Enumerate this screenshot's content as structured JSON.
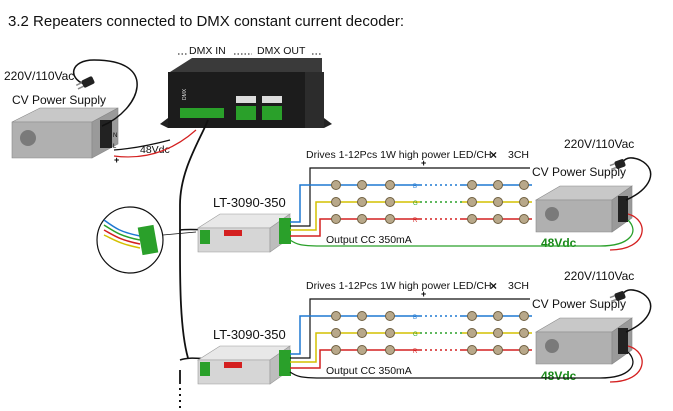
{
  "heading": "3.2 Repeaters connected to DMX constant current decoder:",
  "dmx": {
    "in_label": "DMX IN",
    "out_label": "DMX OUT"
  },
  "left_supply": {
    "voltage_label": "220V/110Vac",
    "name": "CV Power Supply",
    "output_label": "48Vdc",
    "terminal_labels": [
      "N",
      "L",
      "+"
    ]
  },
  "repeater_1": {
    "model": "LT-3090-350",
    "drives_text": "Drives 1-12Pcs 1W high power LED/CH",
    "times_symbol": "×",
    "channels_text": "3CH",
    "output_text": "Output CC 350mA",
    "supply_voltage_label": "220V/110Vac",
    "supply_name": "CV Power Supply",
    "supply_output": "48Vdc"
  },
  "repeater_2": {
    "model": "LT-3090-350",
    "drives_text": "Drives 1-12Pcs 1W high power LED/CH",
    "times_symbol": "×",
    "channels_text": "3CH",
    "output_text": "Output CC 350mA",
    "supply_voltage_label": "220V/110Vac",
    "supply_name": "CV Power Supply",
    "supply_output": "48Vdc"
  },
  "colors": {
    "blue_wire": "#1e78d2",
    "green_wire": "#2aa02a",
    "red_wire": "#d42020",
    "yellow_wire": "#d4c000",
    "black_wire": "#111111",
    "label_green": "#1a8a1a"
  }
}
